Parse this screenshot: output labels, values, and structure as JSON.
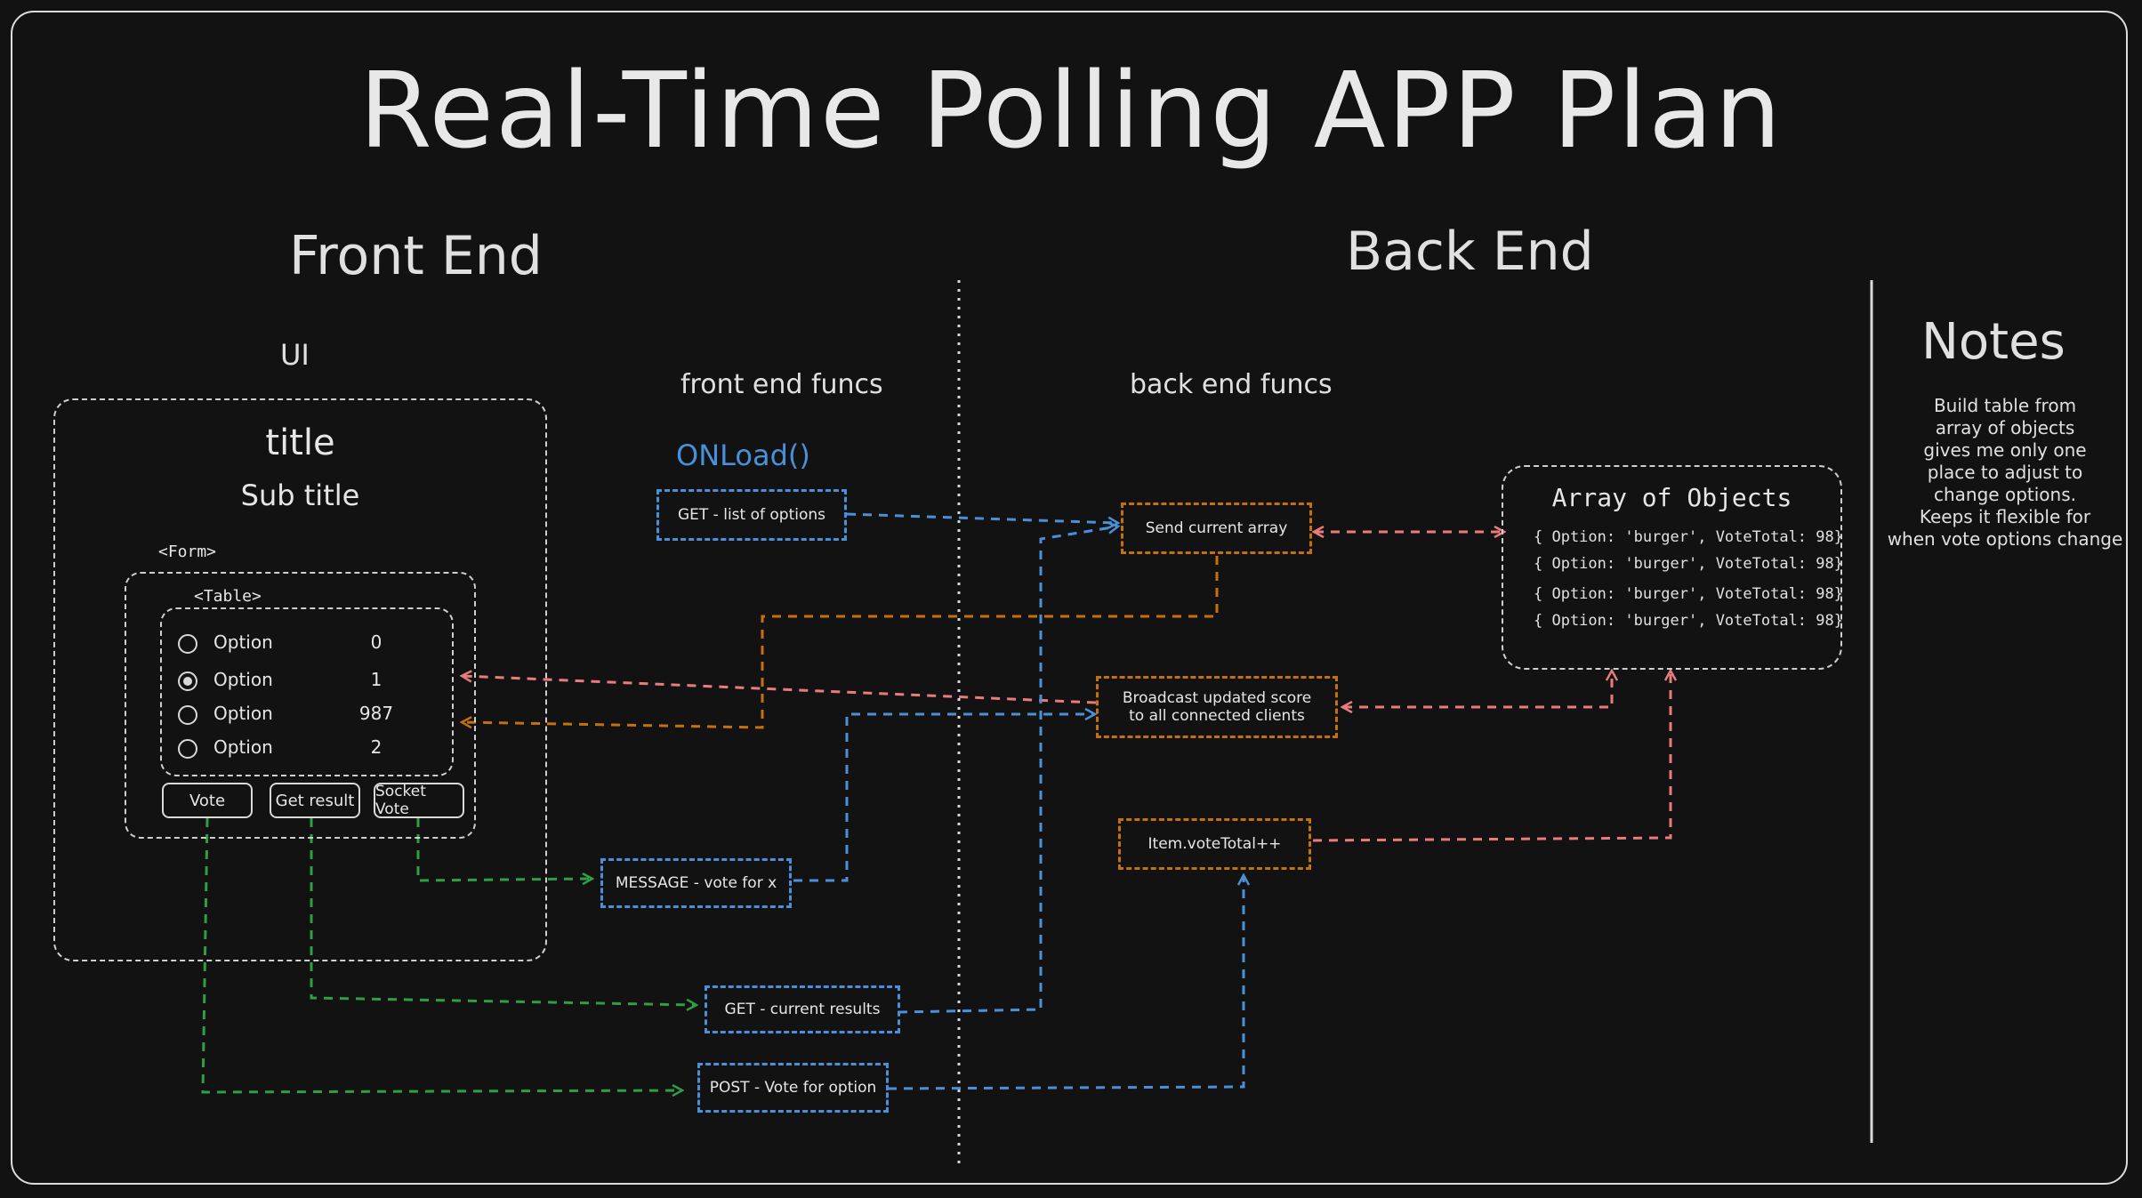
{
  "title": "Real-Time Polling APP Plan",
  "sections": {
    "front_end": "Front End",
    "back_end": "Back End",
    "notes": "Notes"
  },
  "ui": {
    "label": "UI",
    "title": "title",
    "subtitle": "Sub title",
    "form_tag": "<Form>",
    "table_tag": "<Table>",
    "options": [
      {
        "label": "Option",
        "value": "0",
        "selected": false
      },
      {
        "label": "Option",
        "value": "1",
        "selected": true
      },
      {
        "label": "Option",
        "value": "987",
        "selected": false
      },
      {
        "label": "Option",
        "value": "2",
        "selected": false
      }
    ],
    "buttons": {
      "vote": "Vote",
      "get_result": "Get result",
      "socket_vote": "Socket Vote"
    }
  },
  "front_end_funcs": {
    "heading": "front end funcs",
    "onload": "ONLoad()",
    "get_options": "GET - list of options",
    "message_vote": "MESSAGE - vote for x",
    "get_results": "GET - current results",
    "post_vote": "POST - Vote for option"
  },
  "back_end_funcs": {
    "heading": "back end funcs",
    "send_array": "Send current array",
    "broadcast_line1": "Broadcast updated score",
    "broadcast_line2": "to all connected clients",
    "increment": "Item.voteTotal++"
  },
  "array": {
    "title": "Array of Objects",
    "rows": [
      "{ Option: 'burger', VoteTotal: 98}",
      "{ Option: 'burger', VoteTotal: 98}",
      "{ Option: 'burger', VoteTotal: 98}",
      "{ Option: 'burger', VoteTotal: 98}"
    ]
  },
  "notes_text": "Build table from\narray of objects\ngives me only one\nplace to adjust to\nchange options.\nKeeps it flexible for\nwhen vote options change",
  "colors": {
    "background": "#121212",
    "text": "#e6e6e6",
    "blue": "#4a90d9",
    "orange": "#c4700d",
    "green": "#2f9e44",
    "red": "#e87c7c",
    "neutral": "#cfcfcf"
  },
  "connections": [
    {
      "from": "get-options",
      "to": "send-current-array",
      "color": "blue"
    },
    {
      "from": "send-current-array",
      "to": "array-of-objects",
      "color": "red",
      "bidirectional": true
    },
    {
      "from": "send-current-array",
      "to": "options-table",
      "color": "orange"
    },
    {
      "from": "broadcast-updated-score",
      "to": "options-table",
      "color": "red"
    },
    {
      "from": "broadcast-updated-score",
      "to": "array-of-objects",
      "color": "red",
      "bidirectional": true
    },
    {
      "from": "message-vote",
      "to": "broadcast-updated-score",
      "color": "blue"
    },
    {
      "from": "socket-vote-button",
      "to": "message-vote",
      "color": "green"
    },
    {
      "from": "get-result-button",
      "to": "get-current-results",
      "color": "green"
    },
    {
      "from": "vote-button",
      "to": "post-vote",
      "color": "green"
    },
    {
      "from": "get-current-results",
      "to": "send-current-array",
      "color": "blue"
    },
    {
      "from": "post-vote",
      "to": "item-vote-total",
      "color": "blue"
    },
    {
      "from": "item-vote-total",
      "to": "array-of-objects",
      "color": "red"
    }
  ]
}
